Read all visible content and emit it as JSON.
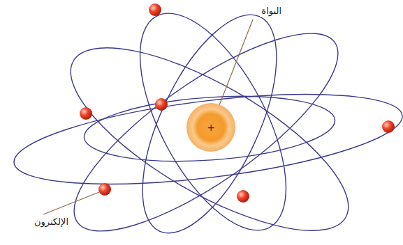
{
  "diagram": {
    "nodes": [
      {
        "text": [
          "+"
        ]
      }
    ],
    "labels": [
      "النواة",
      "الإلكترون"
    ]
  }
}
